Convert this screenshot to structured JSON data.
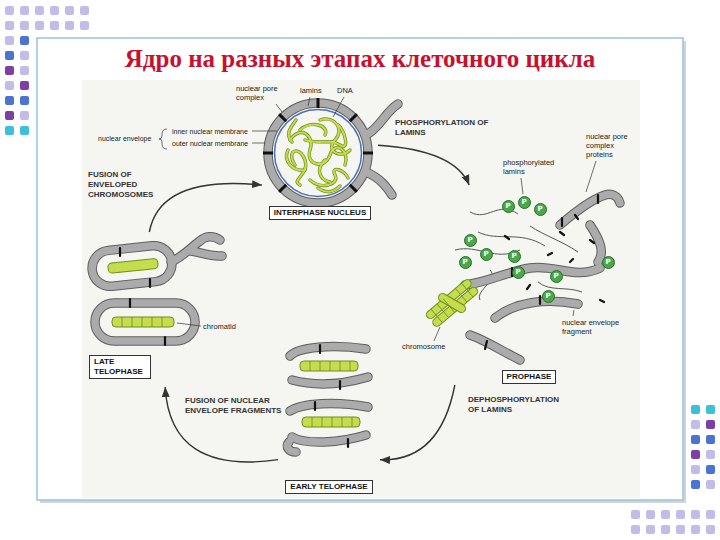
{
  "diagram": {
    "title": "Ядро на разных этапах клеточного цикла",
    "nodes": [
      {
        "text": [
          "INTERPHASE NUCLEUS"
        ]
      },
      {
        "text": [
          "PROPHASE"
        ]
      },
      {
        "text": [
          "EARLY TELOPHASE"
        ]
      },
      {
        "text": [
          "LATE TELOPHASE"
        ]
      }
    ],
    "edges": [
      {
        "from": 0,
        "to": 1,
        "arrow": "to",
        "label": "PHOSPHORYLATION OF LAMINS"
      },
      {
        "from": 1,
        "to": 2,
        "arrow": "to",
        "label": "DEPHOSPHORYLATION OF LAMINS"
      },
      {
        "from": 2,
        "to": 3,
        "arrow": "to",
        "label": "FUSION OF NUCLEAR ENVELOPE FRAGMENTS"
      },
      {
        "from": 3,
        "to": 0,
        "arrow": "to",
        "label": "FUSION OF ENVELOPED CHROMOSOMES"
      }
    ],
    "labels": [
      "nuclear pore complex",
      "lamins",
      "DNA",
      "nuclear envelope",
      "inner nuclear membrane",
      "outer nuclear membrane",
      "phosphorylated lamins",
      "nuclear pore complex proteins",
      "chromosome",
      "nuclear envelope fragment",
      "chromatid",
      "P",
      "P",
      "P",
      "P",
      "P",
      "P",
      "P",
      "P",
      "P",
      "P",
      "P"
    ]
  }
}
